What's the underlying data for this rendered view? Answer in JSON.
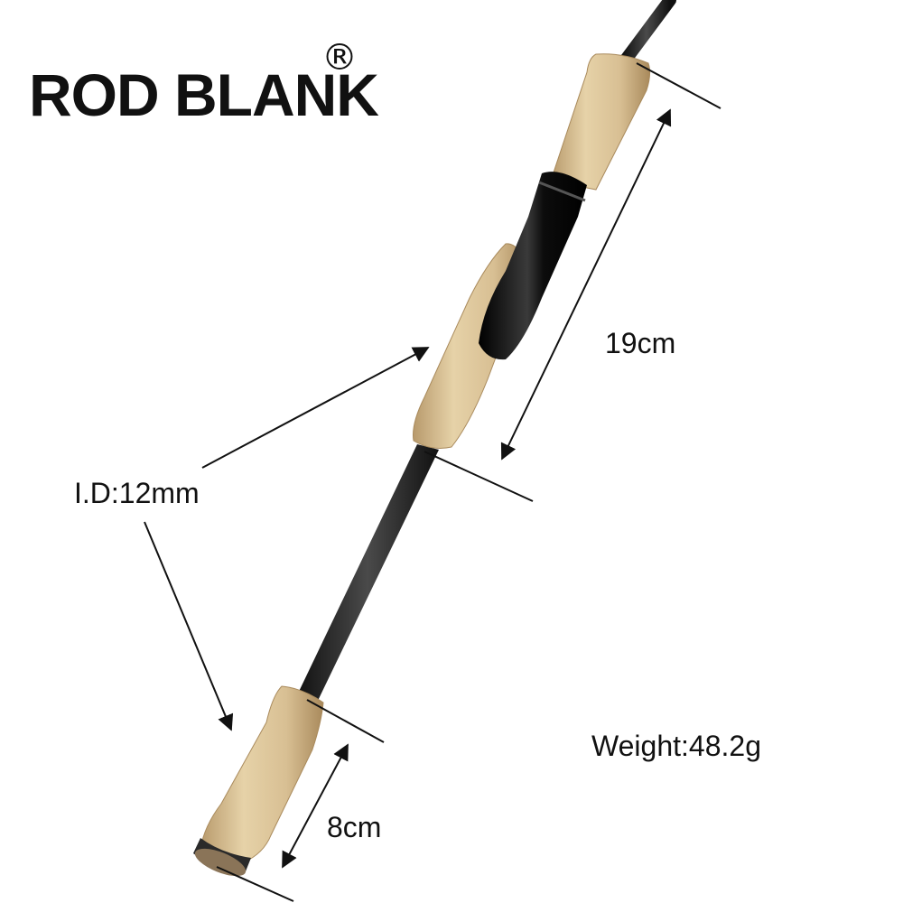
{
  "brand": {
    "name": "ROD BLANK",
    "mark": "®"
  },
  "annotations": {
    "upper_grip_length": "19cm",
    "inner_diameter": "I.D:12mm",
    "lower_grip_length": "8cm",
    "weight": "Weight:48.2g"
  },
  "colors": {
    "cork": "#d8bf93",
    "cork_dark": "#b89a6c",
    "blank": "#2a2a2a",
    "reel_seat": "#0c0c0c",
    "annotation": "#111111"
  }
}
